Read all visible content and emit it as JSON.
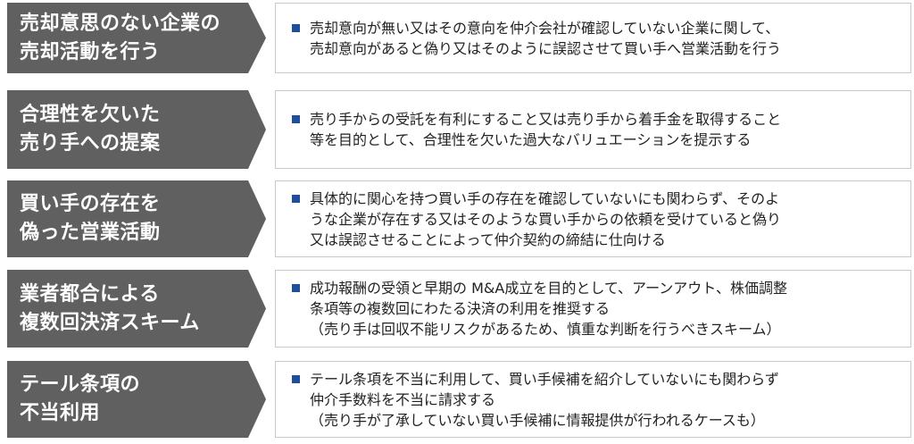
{
  "items": [
    {
      "title": "売却意思のない企業の\n売却活動を行う",
      "description": "売却意向が無い又はその意向を仲介会社が確認していない企業に関して、\n売却意向があると偽り又はそのように誤認させて買い手へ営業活動を行う"
    },
    {
      "title": "合理性を欠いた\n売り手への提案",
      "description": "売り手からの受託を有利にすること又は売り手から着手金を取得すること\n等を目的として、合理性を欠いた過大なバリュエーションを提示する"
    },
    {
      "title": "買い手の存在を\n偽った営業活動",
      "description": "具体的に関心を持つ買い手の存在を確認していないにも関わらず、そのよ\nうな企業が存在する又はそのような買い手からの依頼を受けていると偽り\n又は誤認させることによって仲介契約の締結に仕向ける"
    },
    {
      "title": "業者都合による\n複数回決済スキーム",
      "description": "成功報酬の受領と早期の M&A成立を目的として、アーンアウト、株価調整\n条項等の複数回にわたる決済の利用を推奨する\n（売り手は回収不能リスクがあるため、慎重な判断を行うべきスキーム）"
    },
    {
      "title": "テール条項の\n不当利用",
      "description": "テール条項を不当に利用して、買い手候補を紹介していないにも関わらず\n仲介手数料を不当に請求する\n（売り手が了承していない買い手候補に情報提供が行われるケースも）"
    }
  ],
  "colors": {
    "label_background": "#606060",
    "label_text": "#ffffff",
    "bullet": "#1f4e9a",
    "box_border": "#c8c8c8",
    "body_text": "#222222"
  },
  "icons": {
    "bullet": "blue-square-bullet-icon"
  }
}
